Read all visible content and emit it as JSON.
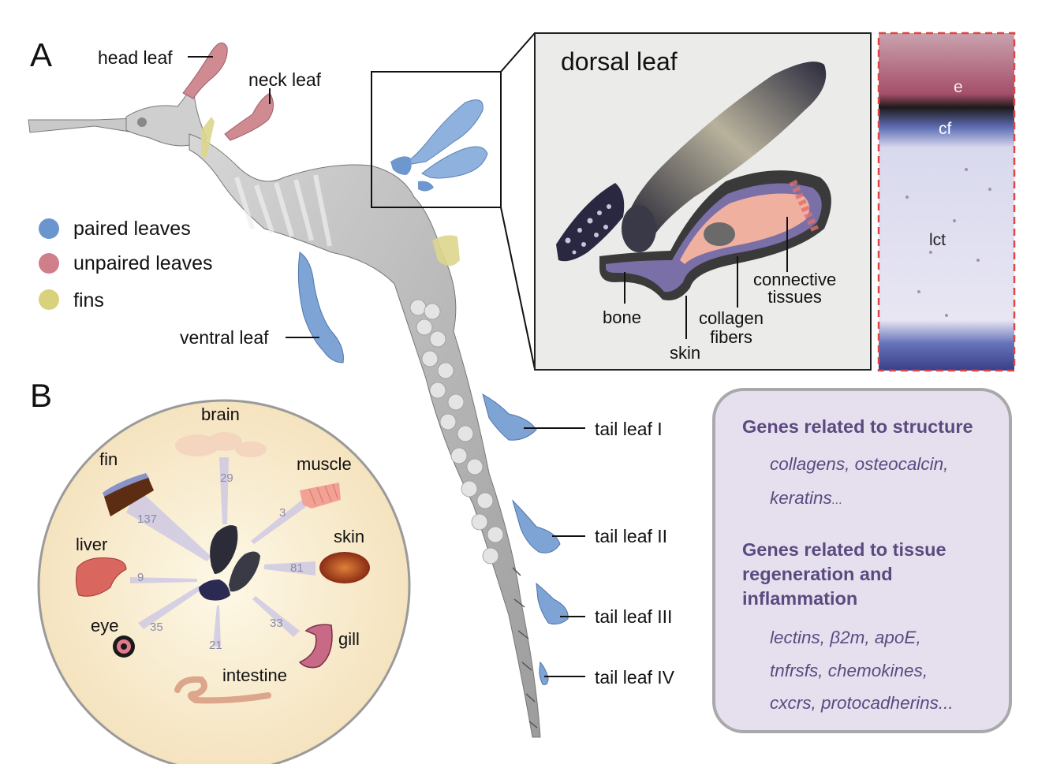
{
  "panel_a": {
    "letter": "A",
    "labels": {
      "head_leaf": "head leaf",
      "neck_leaf": "neck leaf",
      "ventral_leaf": "ventral leaf",
      "tail_leaf_1": "tail leaf I",
      "tail_leaf_2": "tail leaf II",
      "tail_leaf_3": "tail leaf III",
      "tail_leaf_4": "tail leaf IV"
    },
    "legend": [
      {
        "label": "paired leaves",
        "color": "#6a95cf"
      },
      {
        "label": "unpaired leaves",
        "color": "#cf7f8a"
      },
      {
        "label": "fins",
        "color": "#d8d27c"
      }
    ],
    "dorsal_inset": {
      "title": "dorsal leaf",
      "labels": {
        "bone": "bone",
        "skin": "skin",
        "collagen_fibers_1": "collagen",
        "collagen_fibers_2": "fibers",
        "connective_1": "connective",
        "connective_2": "tissues"
      }
    },
    "histology": {
      "labels": {
        "e": "e",
        "cf": "cf",
        "lct": "lct"
      }
    }
  },
  "panel_b": {
    "letter": "B",
    "organs": [
      {
        "key": "brain",
        "label": "brain",
        "count": "29"
      },
      {
        "key": "muscle",
        "label": "muscle",
        "count": "3"
      },
      {
        "key": "skin",
        "label": "skin",
        "count": "81"
      },
      {
        "key": "gill",
        "label": "gill",
        "count": "33"
      },
      {
        "key": "intestine",
        "label": "intestine",
        "count": "21"
      },
      {
        "key": "eye",
        "label": "eye",
        "count": "35"
      },
      {
        "key": "liver",
        "label": "liver",
        "count": "9"
      },
      {
        "key": "fin",
        "label": "fin",
        "count": "137"
      }
    ]
  },
  "genes": {
    "structure_title": "Genes related to structure",
    "structure_line1": "collagens, osteocalcin,",
    "structure_line2": "keratins",
    "structure_ellipsis": "...",
    "regen_title_1": "Genes related to tissue",
    "regen_title_2": "regeneration and",
    "regen_title_3": "inflammation",
    "regen_line1": "lectins, β2m, apoE,",
    "regen_line2": "tnfrsfs, chemokines,",
    "regen_line3": "cxcrs, protocadherins..."
  }
}
